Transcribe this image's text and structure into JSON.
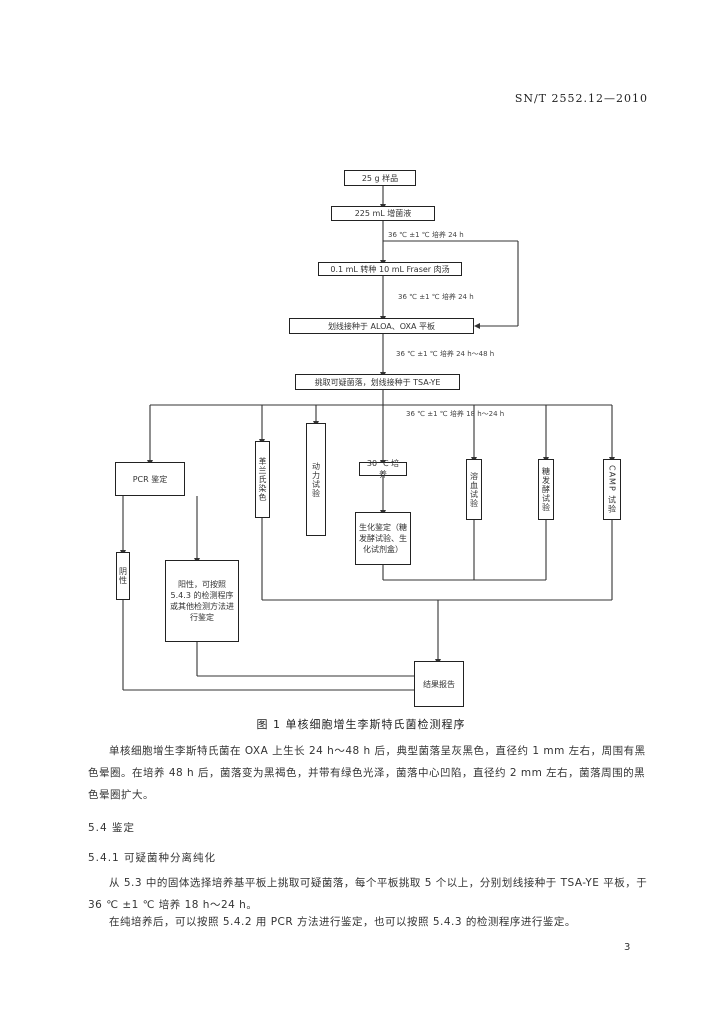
{
  "header": {
    "std_no": "SN/T 2552.12—2010"
  },
  "flow": {
    "box_sample": "25 g 样品",
    "box_enrich": "225 mL 增菌液",
    "note1": "36 ℃ ±1 ℃ 培养 24 h",
    "box_secondary": "0.1 mL 转种 10 mL Fraser 肉汤",
    "note2": "36 ℃ ±1 ℃ 培养 24 h",
    "box_streak": "划线接种于 ALOA、OXA 平板",
    "note3": "36 ℃ ±1 ℃ 培养 24 h～48 h",
    "box_pick": "挑取可疑菌落，划线接种于 TSA-YE",
    "note4": "36 ℃ ±1 ℃ 培养 18 h～24 h",
    "box_pcr": "PCR 鉴定",
    "box_gram": "革兰氏染色",
    "box_motility": "动力试验",
    "box_30c": "30 ℃ 培养",
    "box_hemolysis": "溶血试验",
    "box_sugar": "糖发酵试验",
    "box_camp": "CAMP 试验",
    "box_biochem": "生化鉴定（糖发酵试验、生化试剂盒）",
    "box_negative": "阴性",
    "box_positive": "阳性，可按照 5.4.3 的检测程序或其他检测方法进行鉴定",
    "box_report": "结果报告"
  },
  "figure_caption": "图 1 单核细胞增生李斯特氏菌检测程序",
  "paragraph1": "单核细胞增生李斯特氏菌在 OXA 上生长 24 h～48 h 后，典型菌落呈灰黑色，直径约 1 mm 左右，周围有黑色晕圈。在培养 48 h 后，菌落变为黑褐色，并带有绿色光泽，菌落中心凹陷，直径约 2 mm 左右，菌落周围的黑色晕圈扩大。",
  "section_54": "5.4 鉴定",
  "section_541": "5.4.1 可疑菌种分离纯化",
  "paragraph2": "从 5.3 中的固体选择培养基平板上挑取可疑菌落，每个平板挑取 5 个以上，分别划线接种于 TSA-YE 平板，于 36 ℃ ±1 ℃ 培养 18 h～24 h。",
  "paragraph3": "在纯培养后，可以按照 5.4.2 用 PCR 方法进行鉴定，也可以按照 5.4.3 的检测程序进行鉴定。",
  "page_number": "3"
}
